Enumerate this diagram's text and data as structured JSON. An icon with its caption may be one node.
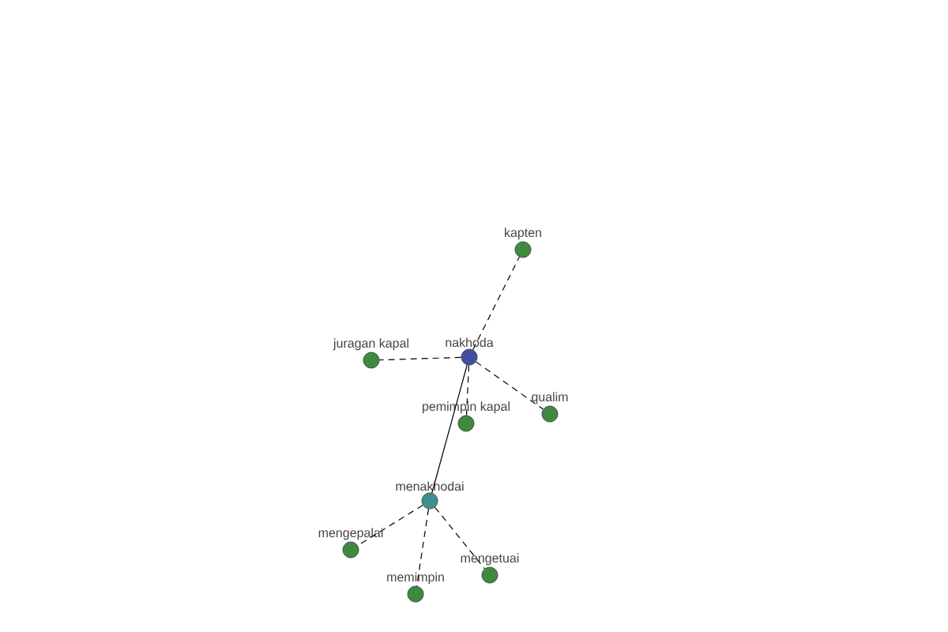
{
  "diagram": {
    "nodes": [
      {
        "text": [
          "kapten"
        ]
      },
      {
        "text": [
          "juragan kapal"
        ]
      },
      {
        "text": [
          "nakhoda"
        ]
      },
      {
        "text": [
          "qualim"
        ]
      },
      {
        "text": [
          "pemimpin kapal"
        ]
      },
      {
        "text": [
          "menakhodai"
        ]
      },
      {
        "text": [
          "mengepalai"
        ]
      },
      {
        "text": [
          "mengetuai"
        ]
      },
      {
        "text": [
          "memimpin"
        ]
      }
    ],
    "edges": [
      {
        "from": 2,
        "to": 0,
        "arrow": "none",
        "style": "dashed"
      },
      {
        "from": 2,
        "to": 1,
        "arrow": "none",
        "style": "dashed"
      },
      {
        "from": 2,
        "to": 3,
        "arrow": "none",
        "style": "dashed"
      },
      {
        "from": 2,
        "to": 4,
        "arrow": "none",
        "style": "dashed"
      },
      {
        "from": 2,
        "to": 5,
        "arrow": "none"
      },
      {
        "from": 5,
        "to": 6,
        "arrow": "none",
        "style": "dashed"
      },
      {
        "from": 5,
        "to": 7,
        "arrow": "none",
        "style": "dashed"
      },
      {
        "from": 5,
        "to": 8,
        "arrow": "none",
        "style": "dashed"
      }
    ]
  }
}
